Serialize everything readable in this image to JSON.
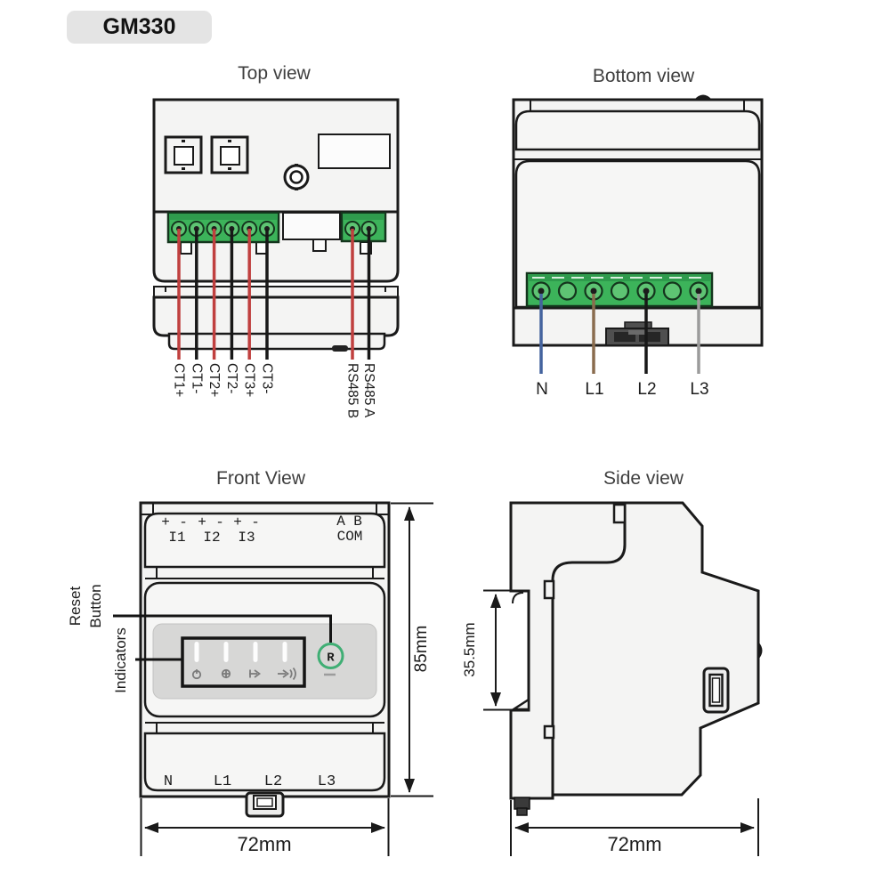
{
  "badge": {
    "label": "GM330"
  },
  "top_view": {
    "title": "Top view",
    "wire_labels": [
      "CT1+",
      "CT1-",
      "CT2+",
      "CT2-",
      "CT3+",
      "CT3-",
      "RS485 B",
      "RS485 A"
    ]
  },
  "bottom_view": {
    "title": "Bottom view",
    "terminal_labels": [
      "N",
      "L1",
      "L2",
      "L3"
    ]
  },
  "front_view": {
    "title": "Front View",
    "markings": {
      "plus": "+",
      "minus": "-",
      "i1": "I1",
      "i2": "I2",
      "i3": "I3",
      "a": "A",
      "b": "B",
      "com": "COM"
    },
    "terminal_labels": [
      "N",
      "L1",
      "L2",
      "L3"
    ],
    "callouts": {
      "reset_line1": "Reset",
      "reset_line2": "Button",
      "indicators": "Indicators"
    },
    "reset_button_glyph": "R",
    "indicator_icons": [
      "power-icon",
      "network-icon",
      "current-forward-icon",
      "current-reverse-icon"
    ],
    "dimensions": {
      "height": "85mm",
      "width": "72mm"
    }
  },
  "side_view": {
    "title": "Side view",
    "dimensions": {
      "din_slot": "35.5mm",
      "depth": "72mm"
    }
  },
  "colors": {
    "line": "#1a1a1a",
    "body_fill": "#f4f4f3",
    "terminal_green": "#3cb35a",
    "terminal_green_dark": "#2f9b4d",
    "terminal_hole": "#5ec473",
    "wire_red": "#c0403f",
    "wire_black": "#181818",
    "wire_blue": "#44639e",
    "wire_brown": "#8a6c4e",
    "wire_gray": "#9b9b9b",
    "reset_ring_green": "#3fae74",
    "reset_glyph_maroon": "#8a4040",
    "panel_gray": "#d7d7d6",
    "badge_bg": "#e4e4e4"
  }
}
